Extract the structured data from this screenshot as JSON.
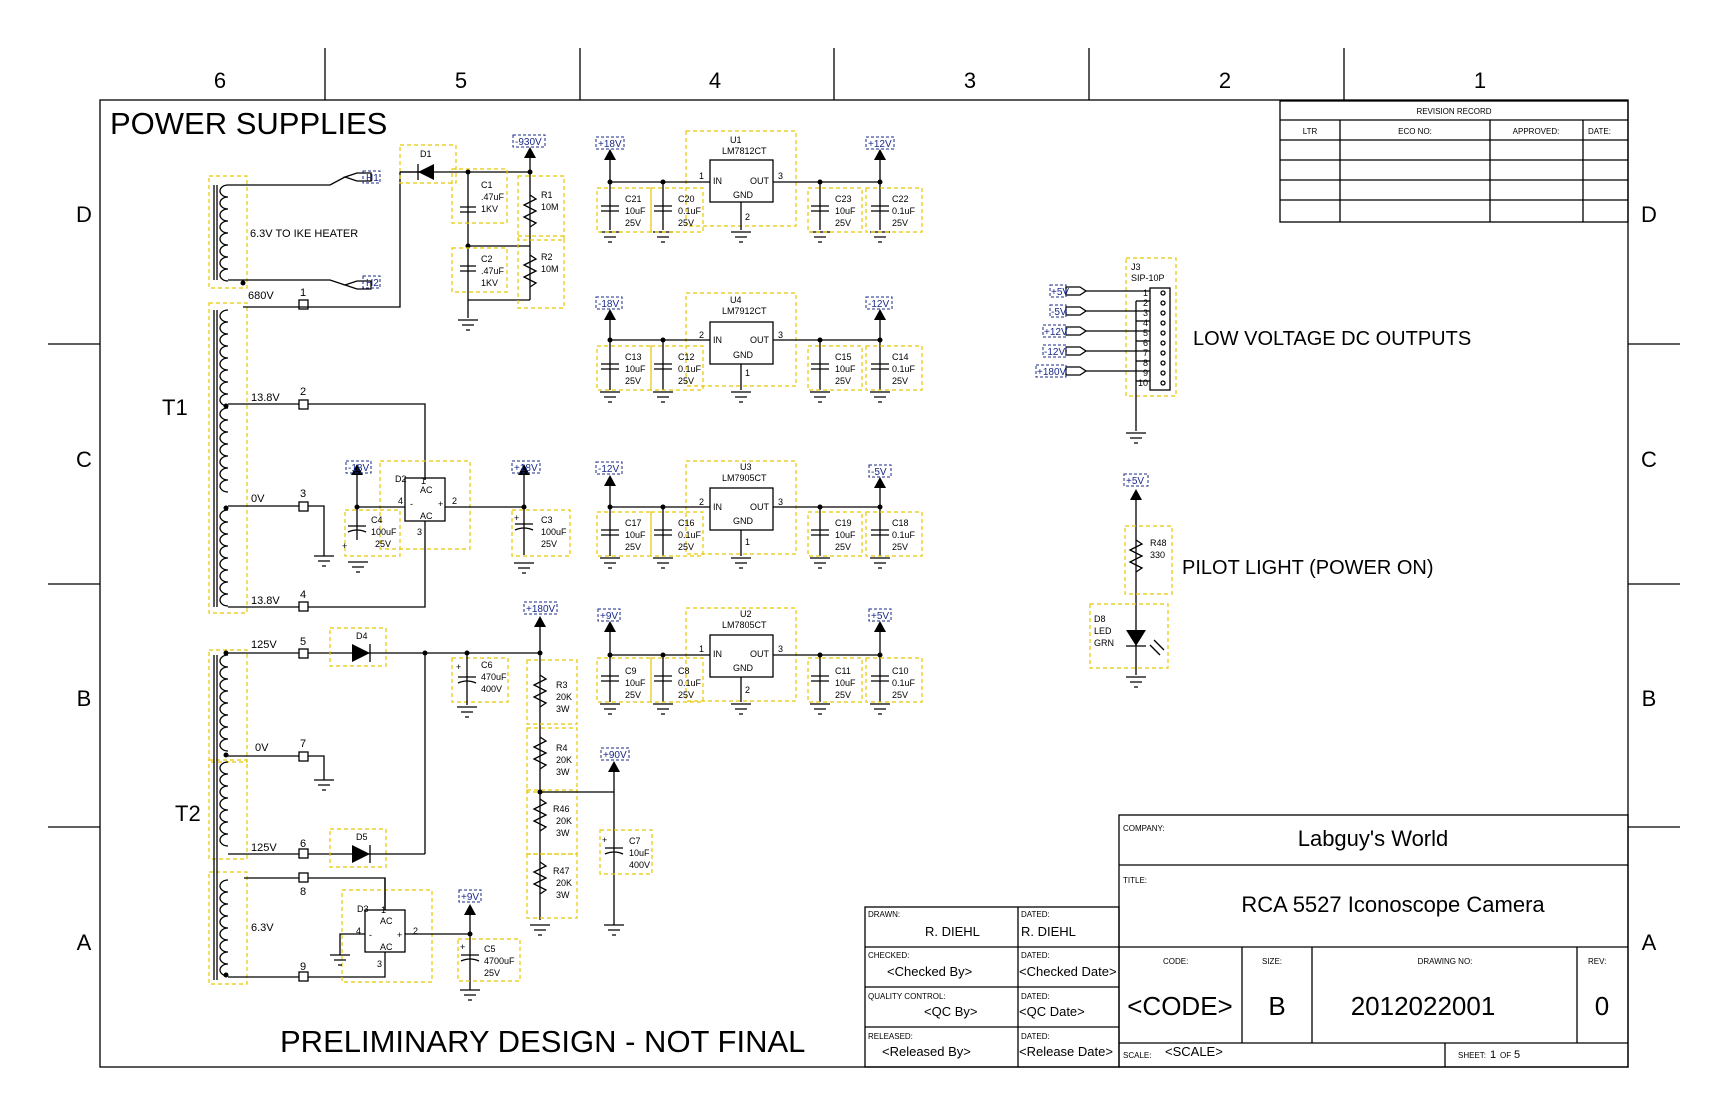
{
  "sheet_title": "POWER SUPPLIES",
  "preliminary": "PRELIMINARY DESIGN - NOT FINAL",
  "zones": {
    "cols": [
      "6",
      "5",
      "4",
      "3",
      "2",
      "1"
    ],
    "rows": [
      "D",
      "C",
      "B",
      "A"
    ]
  },
  "revision": {
    "title": "REVISION RECORD",
    "cols": [
      "LTR",
      "ECO NO:",
      "APPROVED:",
      "DATE:"
    ]
  },
  "labels": {
    "heater": "6.3V TO IKE HEATER",
    "low_dc": "LOW VOLTAGE DC OUTPUTS",
    "pilot": "PILOT LIGHT (POWER ON)",
    "t1": "T1",
    "t2": "T2",
    "v680": "680V",
    "v138a": "13.8V",
    "v0a": "0V",
    "v138b": "13.8V",
    "v125a": "125V",
    "v0b": "0V",
    "v125b": "125V",
    "v63": "6.3V",
    "ac": "AC",
    "minus": "-",
    "plus": "+",
    "in": "IN",
    "out": "OUT",
    "gnd": "GND"
  },
  "transformer_pins": [
    "1",
    "2",
    "3",
    "4",
    "5",
    "7",
    "6",
    "8",
    "9"
  ],
  "diodes": {
    "d1": "D1",
    "d2": "D2",
    "d3": "D3",
    "d4": "D4",
    "d5": "D5"
  },
  "components": {
    "c1": [
      "C1",
      ".47uF",
      "1KV"
    ],
    "c2": [
      "C2",
      ".47uF",
      "1KV"
    ],
    "r1": [
      "R1",
      "10M"
    ],
    "r2": [
      "R2",
      "10M"
    ],
    "c4": [
      "C4",
      "100uF",
      "25V"
    ],
    "c3": [
      "C3",
      "100uF",
      "25V"
    ],
    "c6": [
      "C6",
      "470uF",
      "400V"
    ],
    "r3": [
      "R3",
      "20K",
      "3W"
    ],
    "r4": [
      "R4",
      "20K",
      "3W"
    ],
    "r46": [
      "R46",
      "20K",
      "3W"
    ],
    "r47": [
      "R47",
      "20K",
      "3W"
    ],
    "c7": [
      "C7",
      "10uF",
      "400V"
    ],
    "c5": [
      "C5",
      "4700uF",
      "25V"
    ],
    "r48": [
      "R48",
      "330"
    ],
    "d8": [
      "D8",
      "LED",
      "GRN"
    ],
    "j3": [
      "J3",
      "SIP-10P"
    ]
  },
  "regulators": [
    {
      "ref": "U1",
      "part": "LM7812CT",
      "in_net": "+18V",
      "out_net": "+12V",
      "pins": [
        "1",
        "3",
        "2"
      ],
      "caps": [
        [
          "C21",
          "10uF",
          "25V"
        ],
        [
          "C20",
          "0.1uF",
          "25V"
        ],
        [
          "C23",
          "10uF",
          "25V"
        ],
        [
          "C22",
          "0.1uF",
          "25V"
        ]
      ]
    },
    {
      "ref": "U4",
      "part": "LM7912CT",
      "in_net": "-18V",
      "out_net": "-12V",
      "pins": [
        "2",
        "3",
        "1"
      ],
      "caps": [
        [
          "C13",
          "10uF",
          "25V"
        ],
        [
          "C12",
          "0.1uF",
          "25V"
        ],
        [
          "C15",
          "10uF",
          "25V"
        ],
        [
          "C14",
          "0.1uF",
          "25V"
        ]
      ]
    },
    {
      "ref": "U3",
      "part": "LM7905CT",
      "in_net": "-12V",
      "out_net": "-5V",
      "pins": [
        "2",
        "3",
        "1"
      ],
      "caps": [
        [
          "C17",
          "10uF",
          "25V"
        ],
        [
          "C16",
          "0.1uF",
          "25V"
        ],
        [
          "C19",
          "10uF",
          "25V"
        ],
        [
          "C18",
          "0.1uF",
          "25V"
        ]
      ]
    },
    {
      "ref": "U2",
      "part": "LM7805CT",
      "in_net": "+9V",
      "out_net": "+5V",
      "pins": [
        "1",
        "3",
        "2"
      ],
      "caps": [
        [
          "C9",
          "10uF",
          "25V"
        ],
        [
          "C8",
          "0.1uF",
          "25V"
        ],
        [
          "C11",
          "10uF",
          "25V"
        ],
        [
          "C10",
          "0.1uF",
          "25V"
        ]
      ]
    }
  ],
  "nets": {
    "n930": "-930V",
    "h1": "H1",
    "h2": "H2",
    "m18": "-18V",
    "p18": "+18V",
    "p180": "+180V",
    "p90": "+90V",
    "p9": "+9V",
    "j_p5": "+5V",
    "j_m5": "-5V",
    "j_p12": "+12V",
    "j_m12": "-12V",
    "j_p180": "+180V",
    "led_p5": "+5V"
  },
  "j3_pins": [
    "1",
    "2",
    "3",
    "4",
    "5",
    "6",
    "7",
    "8",
    "9",
    "10"
  ],
  "title_block": {
    "drawn_label": "DRAWN:",
    "drawn": "R. DIEHL",
    "dated_label": "DATED:",
    "drawn_date": "R. DIEHL",
    "checked_label": "CHECKED:",
    "checked": "<Checked By>",
    "checked_date": "<Checked Date>",
    "qc_label": "QUALITY CONTROL:",
    "qc": "<QC By>",
    "qc_date": "<QC Date>",
    "released_label": "RELEASED:",
    "released": "<Released By>",
    "released_date": "<Release Date>",
    "company_label": "COMPANY:",
    "company": "Labguy's World",
    "title_label": "TITLE:",
    "title": "RCA 5527 Iconoscope Camera",
    "code_label": "CODE:",
    "code": "<CODE>",
    "size_label": "SIZE:",
    "size": "B",
    "drawing_label": "DRAWING NO:",
    "drawing": "2012022001",
    "rev_label": "REV:",
    "rev": "0",
    "scale_label": "SCALE:",
    "scale": "<SCALE>",
    "sheet_label": "SHEET:",
    "sheet": "1",
    "of": "OF",
    "sheet_total": "5"
  }
}
